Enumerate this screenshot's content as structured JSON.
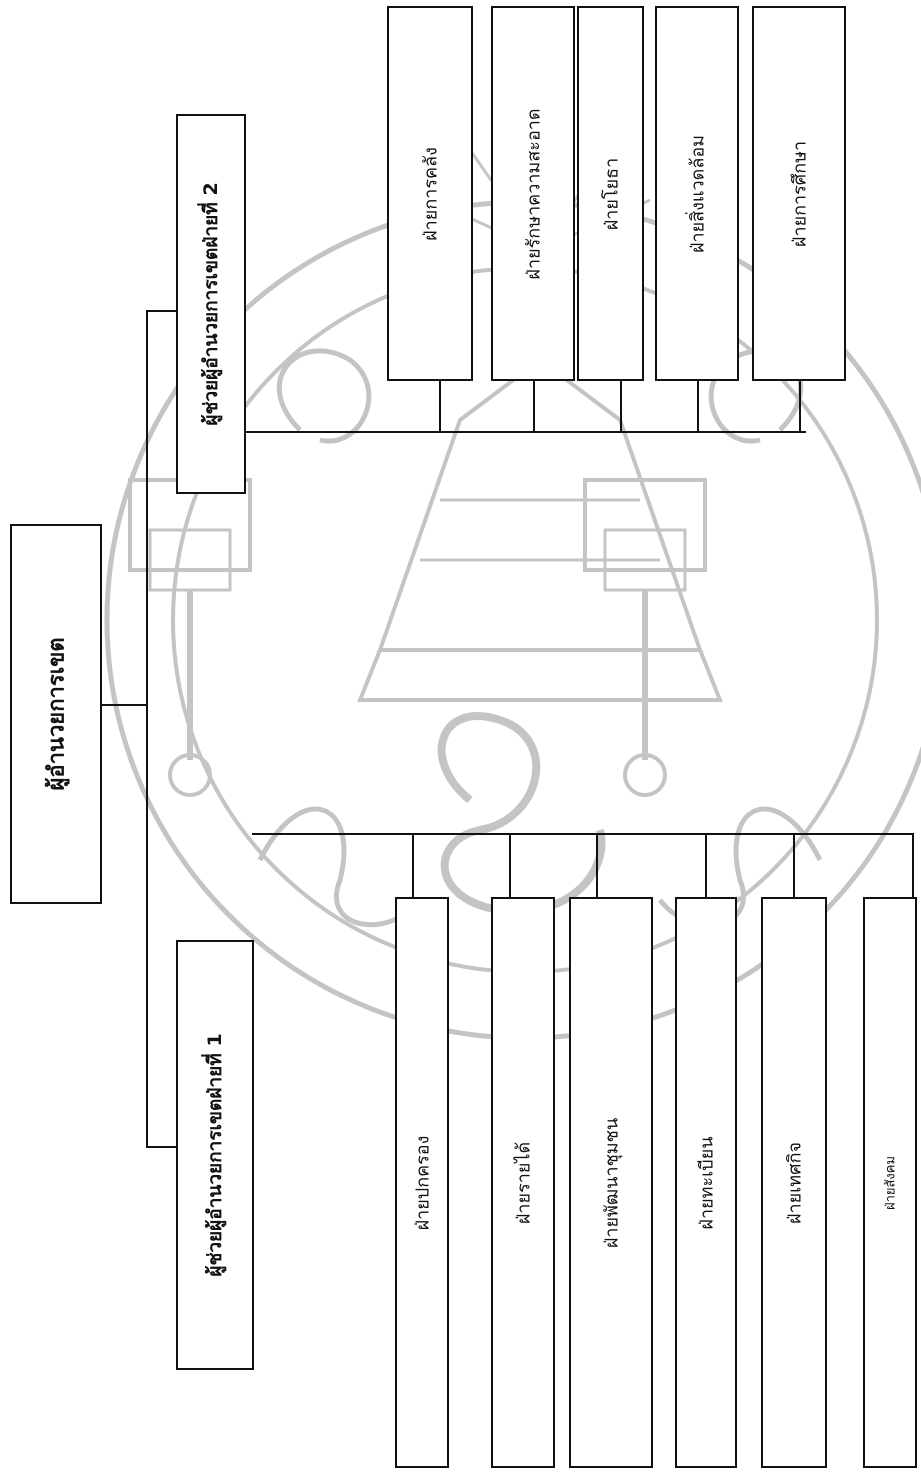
{
  "colors": {
    "line": "#111111",
    "watermark": "#bdbdbd"
  },
  "watermark": {
    "icon": "university-seal-icon"
  },
  "org_chart": {
    "director": "ผู้อำนวยการเขต",
    "assistant_1": {
      "title": "ผู้ช่วยผู้อำนวยการเขตฝ่ายที่ 1",
      "units": [
        "ฝ่ายปกครอง",
        "ฝ่ายรายได้",
        "ฝ่ายพัฒนาชุมชน",
        "ฝ่ายทะเบียน",
        "ฝ่ายเทศกิจ",
        "ฝ่ายสังคม"
      ]
    },
    "assistant_2": {
      "title": "ผู้ช่วยผู้อำนวยการเขตฝ่ายที่ 2",
      "units": [
        "ฝ่ายการคลัง",
        "ฝ่ายรักษาความสะอาด",
        "ฝ่ายโยธา",
        "ฝ่ายสิ่งแวดล้อม",
        "ฝ่ายการศึกษา"
      ]
    }
  }
}
